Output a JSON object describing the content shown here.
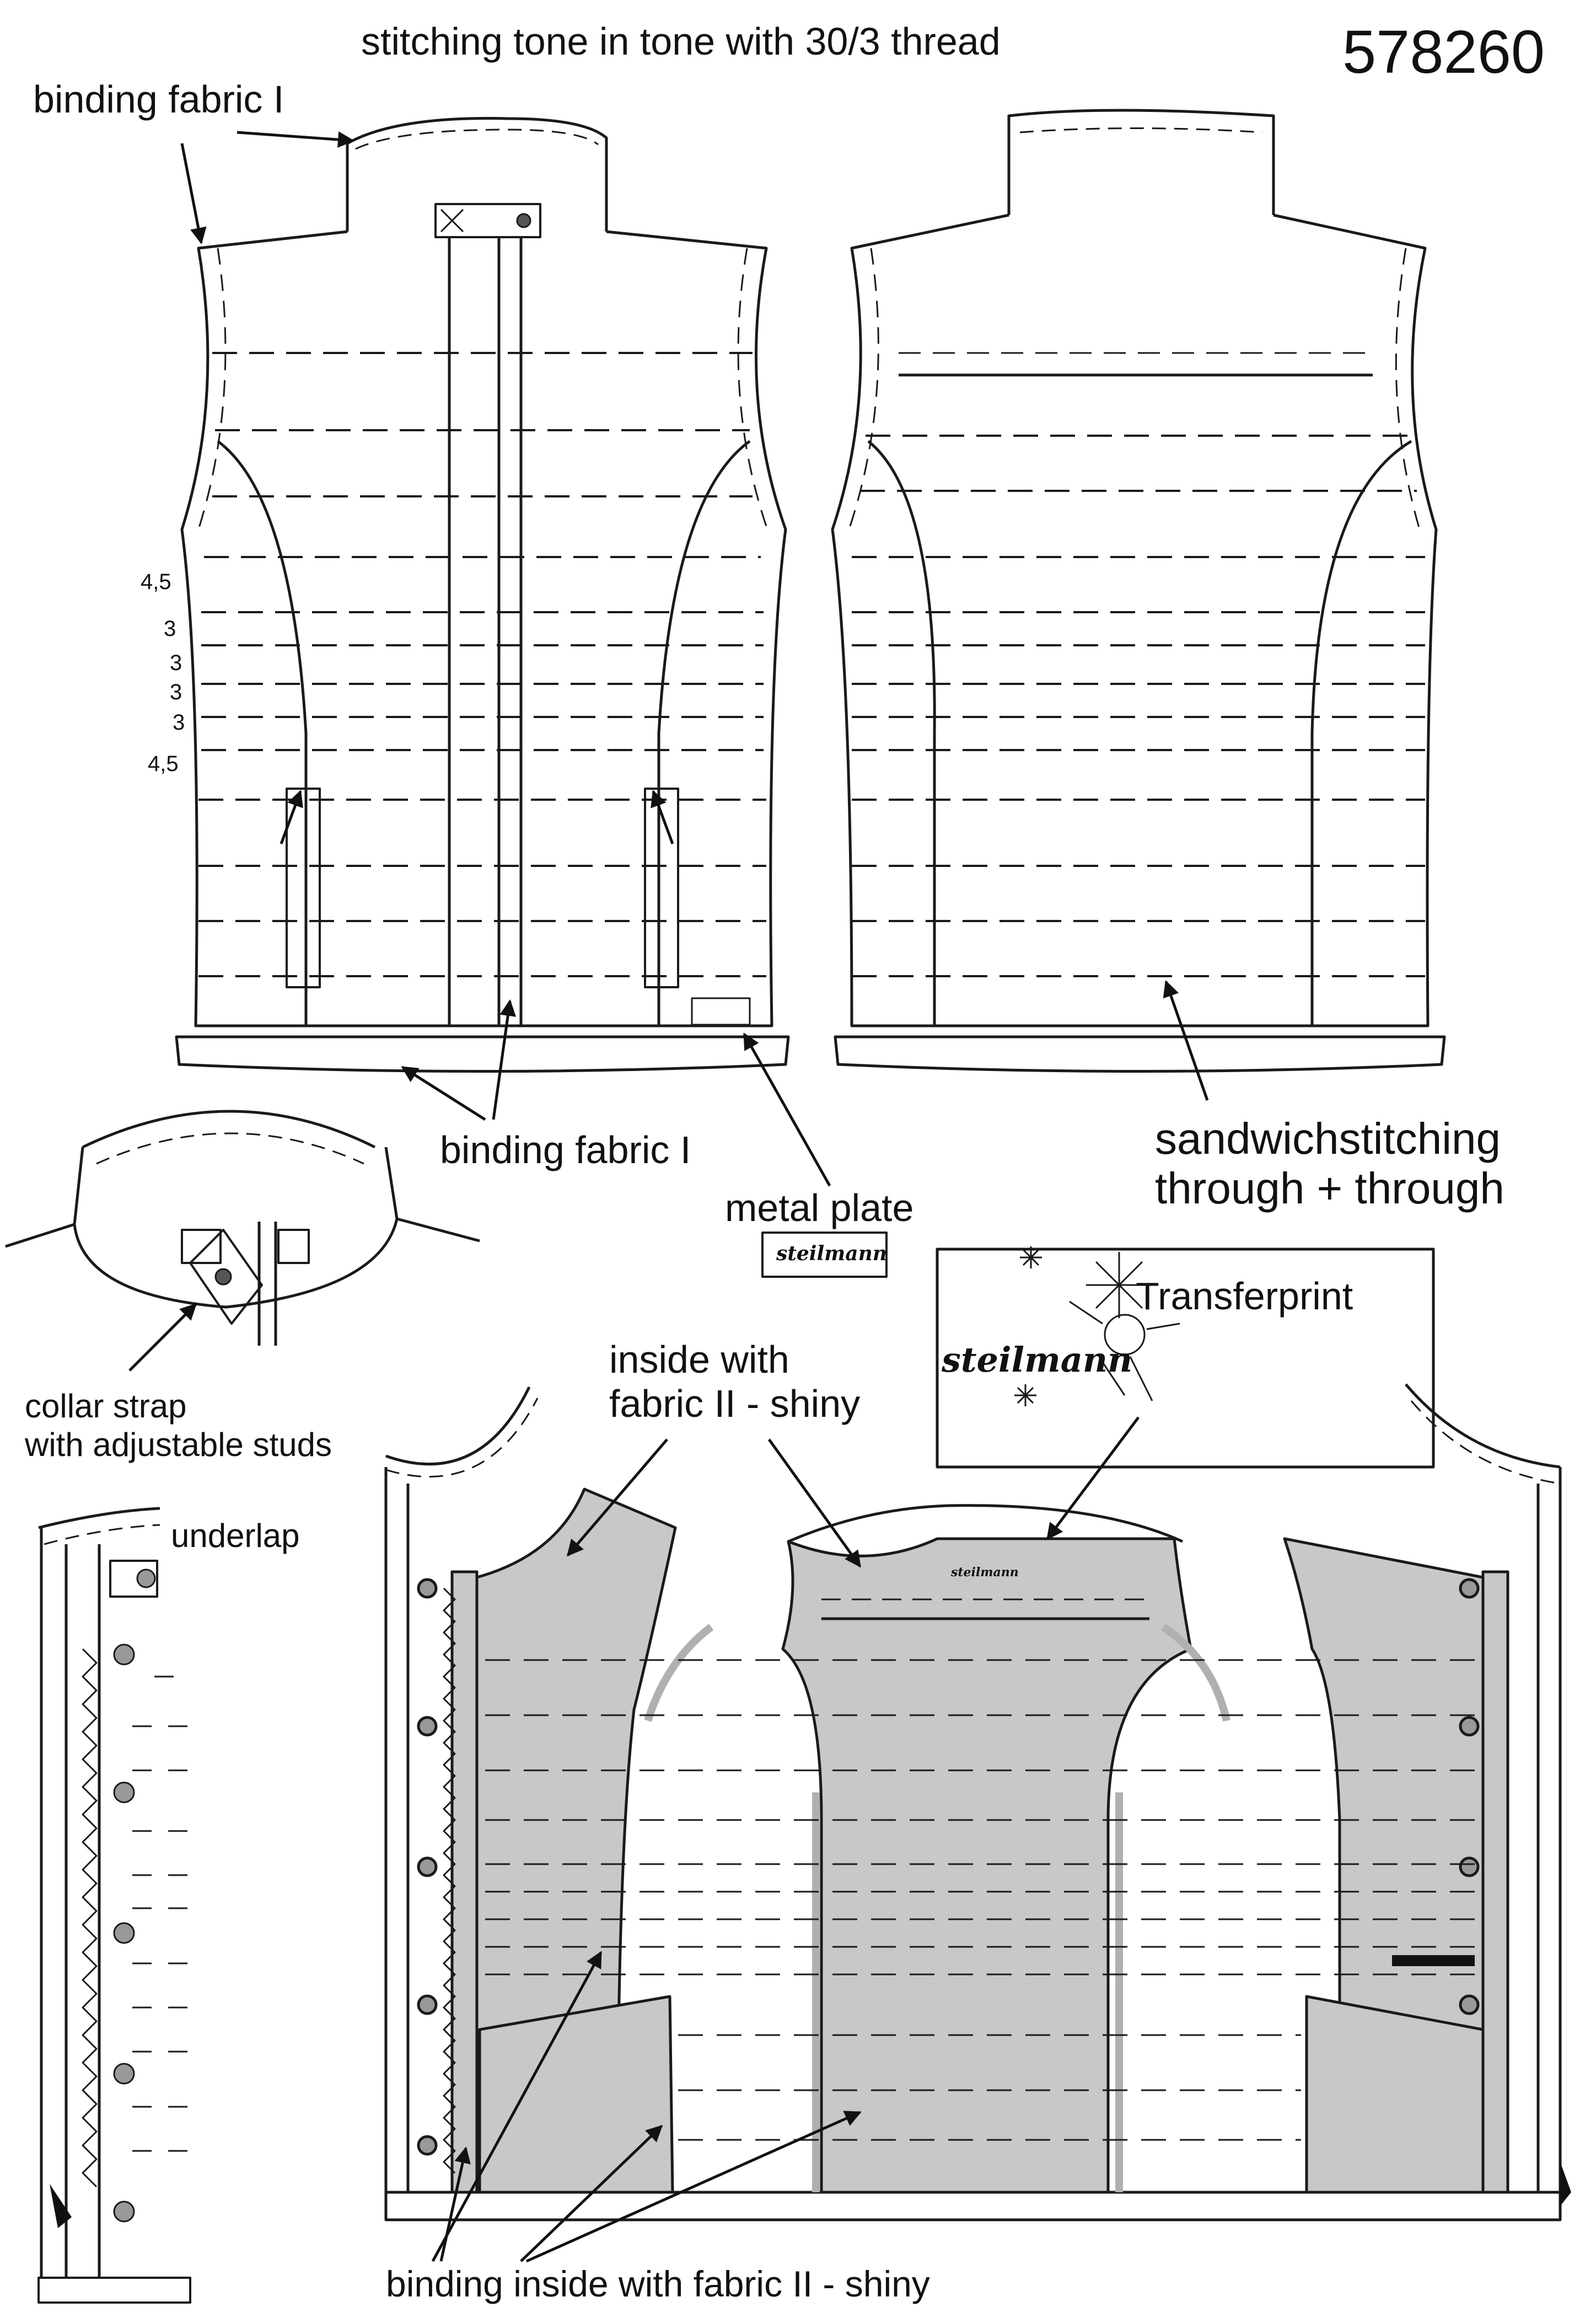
{
  "article_number": "578260",
  "header": {
    "stitching_note": "stitching tone in tone with 30/3 thread"
  },
  "labels": {
    "binding_top": "binding fabric I",
    "binding_hem": "binding fabric I",
    "metal_plate": "metal plate",
    "sandwich_line1": "sandwichstitching",
    "sandwich_line2": "through + through",
    "collar_line1": "collar strap",
    "collar_line2": "with adjustable studs",
    "underlap": "underlap",
    "inside_line1": "inside with",
    "inside_line2": "fabric II - shiny",
    "transferprint": "Transferprint",
    "binding_inside": "binding inside with fabric II - shiny"
  },
  "quilt_spacing": [
    "4,5",
    "3",
    "3",
    "3",
    "3",
    "4,5"
  ],
  "brand": {
    "plate_text": "steilmann",
    "print_text": "steilmann"
  },
  "colors": {
    "line": "#1a1a1a",
    "lining": "#c8c8c8",
    "paper": "#ffffff"
  }
}
